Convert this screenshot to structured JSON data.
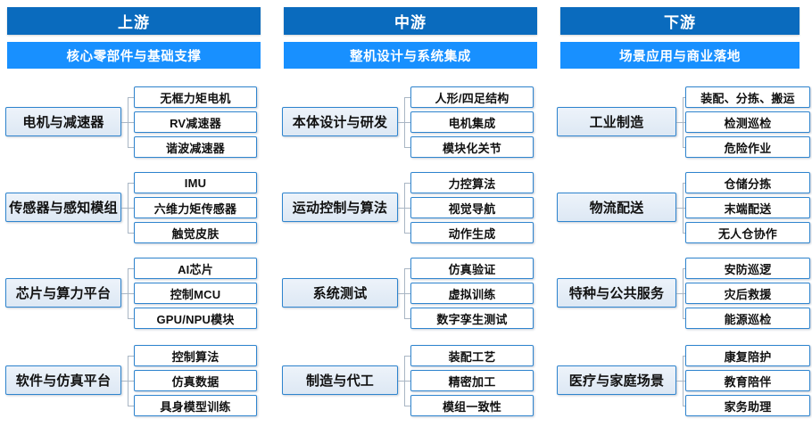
{
  "meta": {
    "diagram_type": "industry-chain-three-tier",
    "colors": {
      "tier_header": "#0A6BBE",
      "subtitle_header": "#1890FF",
      "box_border": "#2E84CE",
      "parent_fill": "#DDE8F4",
      "child_fill": "#FFFFFF",
      "connector": "#A9B6C4",
      "text": "#111111",
      "header_text": "#FFFFFF"
    }
  },
  "columns": [
    {
      "tier": "上游",
      "subtitle": "核心零部件与基础支撑",
      "groups": [
        {
          "parent": "电机与减速器",
          "children": [
            "无框力矩电机",
            "RV减速器",
            "谐波减速器"
          ]
        },
        {
          "parent": "传感器与感知模组",
          "children": [
            "IMU",
            "六维力矩传感器",
            "触觉皮肤"
          ]
        },
        {
          "parent": "芯片与算力平台",
          "children": [
            "AI芯片",
            "控制MCU",
            "GPU/NPU模块"
          ]
        },
        {
          "parent": "软件与仿真平台",
          "children": [
            "控制算法",
            "仿真数据",
            "具身模型训练"
          ]
        }
      ]
    },
    {
      "tier": "中游",
      "subtitle": "整机设计与系统集成",
      "groups": [
        {
          "parent": "本体设计与研发",
          "children": [
            "人形/四足结构",
            "电机集成",
            "模块化关节"
          ]
        },
        {
          "parent": "运动控制与算法",
          "children": [
            "力控算法",
            "视觉导航",
            "动作生成"
          ]
        },
        {
          "parent": "系统测试",
          "children": [
            "仿真验证",
            "虚拟训练",
            "数字孪生测试"
          ]
        },
        {
          "parent": "制造与代工",
          "children": [
            "装配工艺",
            "精密加工",
            "模组一致性"
          ]
        }
      ]
    },
    {
      "tier": "下游",
      "subtitle": "场景应用与商业落地",
      "groups": [
        {
          "parent": "工业制造",
          "children": [
            "装配、分拣、搬运",
            "检测巡检",
            "危险作业"
          ]
        },
        {
          "parent": "物流配送",
          "children": [
            "仓储分拣",
            "末端配送",
            "无人仓协作"
          ]
        },
        {
          "parent": "特种与公共服务",
          "children": [
            "安防巡逻",
            "灾后救援",
            "能源巡检"
          ]
        },
        {
          "parent": "医疗与家庭场景",
          "children": [
            "康复陪护",
            "教育陪伴",
            "家务助理"
          ]
        }
      ]
    }
  ]
}
